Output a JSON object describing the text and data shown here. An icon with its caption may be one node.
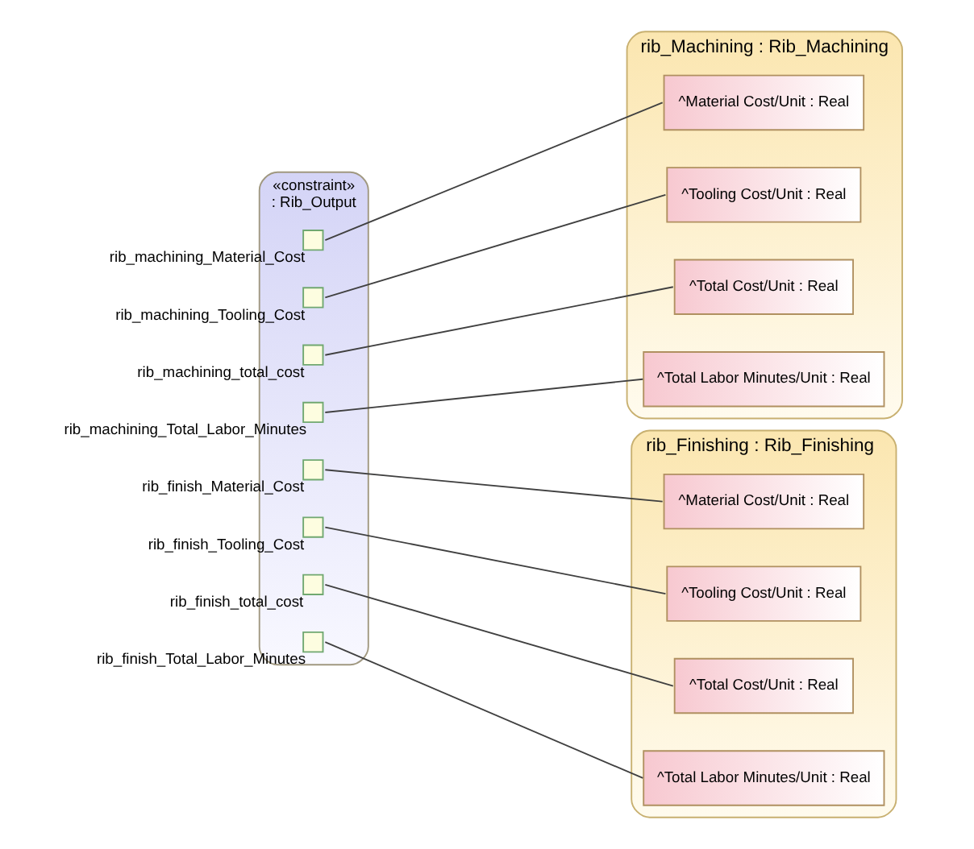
{
  "diagram": {
    "nodes": [
      {
        "text": [
          "«constraint»",
          ": Rib_Output"
        ]
      },
      {
        "text": [],
        "shape": "box",
        "in": 0,
        "beside": [
          "rib_machining_Material_Cost"
        ]
      },
      {
        "text": [],
        "shape": "box",
        "in": 0,
        "beside": [
          "rib_machining_Tooling_Cost"
        ]
      },
      {
        "text": [],
        "shape": "box",
        "in": 0,
        "beside": [
          "rib_machining_total_cost"
        ]
      },
      {
        "text": [],
        "shape": "box",
        "in": 0,
        "beside": [
          "rib_machining_Total_Labor_Minutes"
        ]
      },
      {
        "text": [],
        "shape": "box",
        "in": 0,
        "beside": [
          "rib_finish_Material_Cost"
        ]
      },
      {
        "text": [],
        "shape": "box",
        "in": 0,
        "beside": [
          "rib_finish_Tooling_Cost"
        ]
      },
      {
        "text": [],
        "shape": "box",
        "in": 0,
        "beside": [
          "rib_finish_total_cost"
        ]
      },
      {
        "text": [],
        "shape": "box",
        "in": 0,
        "beside": [
          "rib_finish_Total_Labor_Minutes"
        ]
      },
      {
        "text": [
          "rib_Machining : Rib_Machining"
        ]
      },
      {
        "text": [
          "^Material Cost/Unit : Real"
        ],
        "in": 9
      },
      {
        "text": [
          "^Tooling Cost/Unit : Real"
        ],
        "in": 9
      },
      {
        "text": [
          "^Total Cost/Unit : Real"
        ],
        "in": 9
      },
      {
        "text": [
          "^Total Labor Minutes/Unit : Real"
        ],
        "in": 9
      },
      {
        "text": [
          "rib_Finishing : Rib_Finishing"
        ]
      },
      {
        "text": [
          "^Material Cost/Unit : Real"
        ],
        "in": 14
      },
      {
        "text": [
          "^Tooling Cost/Unit : Real"
        ],
        "in": 14
      },
      {
        "text": [
          "^Total Cost/Unit : Real"
        ],
        "in": 14
      },
      {
        "text": [
          "^Total Labor Minutes/Unit : Real"
        ],
        "in": 14
      }
    ],
    "edges": [
      {
        "from": 1,
        "to": 10,
        "arrow": "none"
      },
      {
        "from": 2,
        "to": 11,
        "arrow": "none"
      },
      {
        "from": 3,
        "to": 12,
        "arrow": "none"
      },
      {
        "from": 4,
        "to": 13,
        "arrow": "none"
      },
      {
        "from": 5,
        "to": 15,
        "arrow": "none"
      },
      {
        "from": 6,
        "to": 16,
        "arrow": "none"
      },
      {
        "from": 7,
        "to": 17,
        "arrow": "none"
      },
      {
        "from": 8,
        "to": 18,
        "arrow": "none"
      }
    ]
  }
}
